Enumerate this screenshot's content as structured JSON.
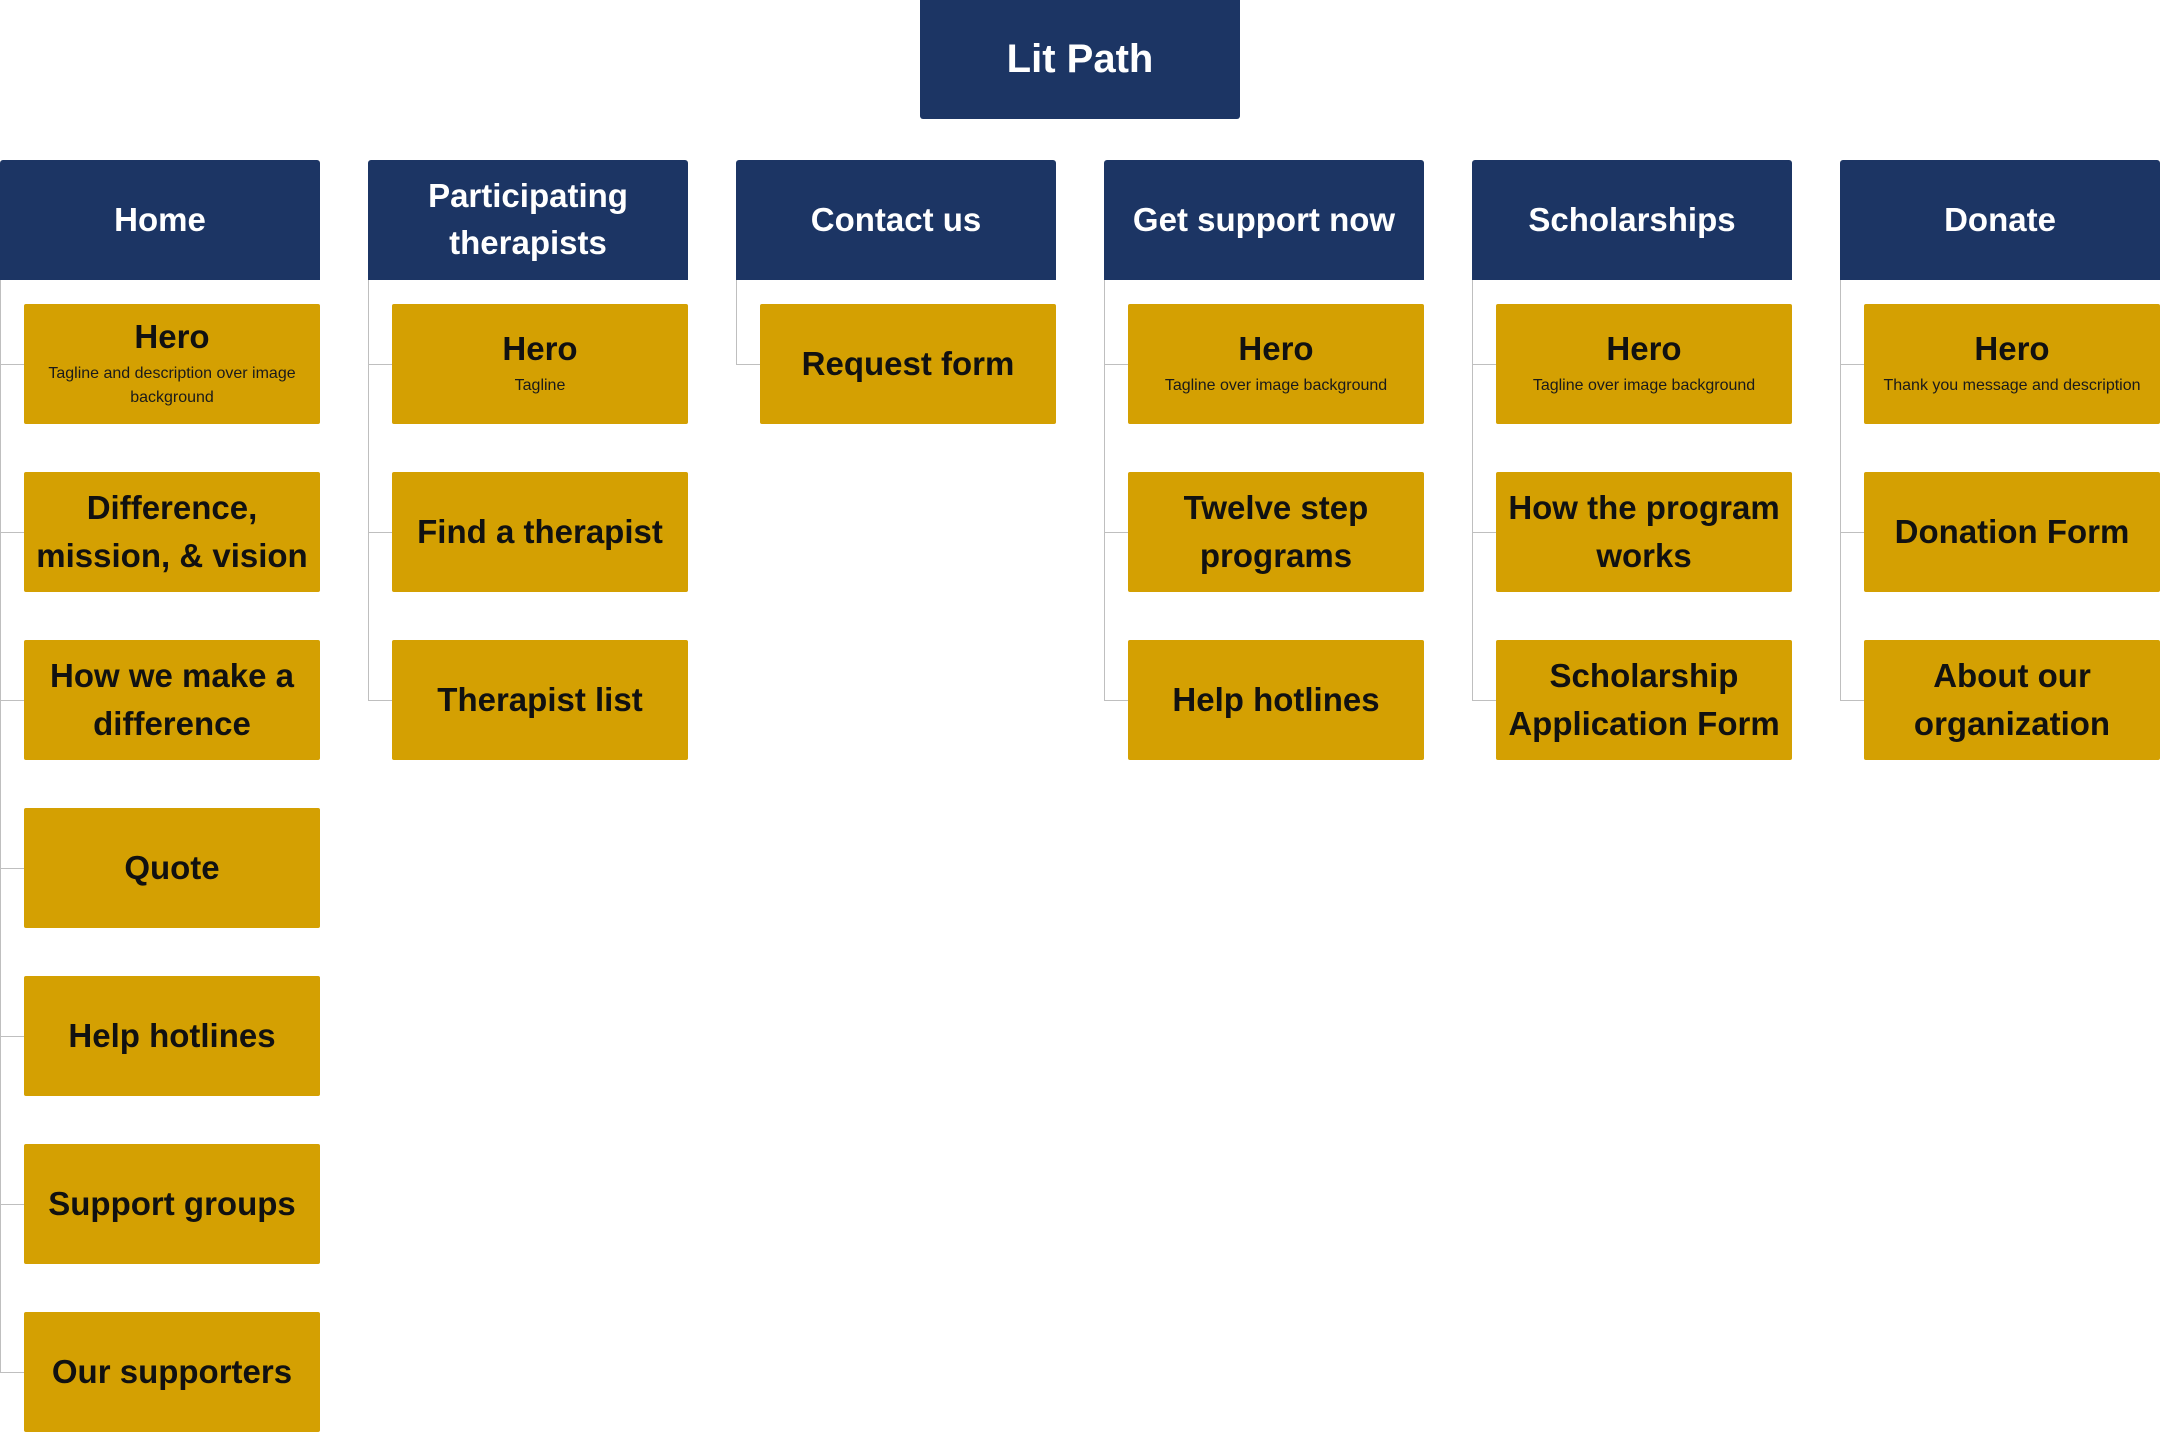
{
  "root": {
    "label": "Lit Path"
  },
  "colors": {
    "header_bg": "#1c3564",
    "child_bg": "#d4a002",
    "connector": "#bfbfbf"
  },
  "columns": [
    {
      "label": "Home",
      "children": [
        {
          "title": "Hero",
          "desc": "Tagline and description over image background"
        },
        {
          "title": "Difference, mission, & vision"
        },
        {
          "title": "How we make a difference"
        },
        {
          "title": "Quote"
        },
        {
          "title": "Help hotlines"
        },
        {
          "title": "Support groups"
        },
        {
          "title": "Our supporters"
        }
      ]
    },
    {
      "label": "Participating therapists",
      "children": [
        {
          "title": "Hero",
          "desc": "Tagline"
        },
        {
          "title": "Find a therapist"
        },
        {
          "title": "Therapist list"
        }
      ]
    },
    {
      "label": "Contact us",
      "children": [
        {
          "title": "Request form"
        }
      ]
    },
    {
      "label": "Get support now",
      "children": [
        {
          "title": "Hero",
          "desc": "Tagline over image background"
        },
        {
          "title": "Twelve step programs"
        },
        {
          "title": "Help hotlines"
        }
      ]
    },
    {
      "label": "Scholarships",
      "children": [
        {
          "title": "Hero",
          "desc": "Tagline over image background"
        },
        {
          "title": "How the program works"
        },
        {
          "title": "Scholarship Application Form"
        }
      ]
    },
    {
      "label": "Donate",
      "children": [
        {
          "title": "Hero",
          "desc": "Thank you message and description"
        },
        {
          "title": "Donation Form"
        },
        {
          "title": "About our organization"
        }
      ]
    }
  ]
}
